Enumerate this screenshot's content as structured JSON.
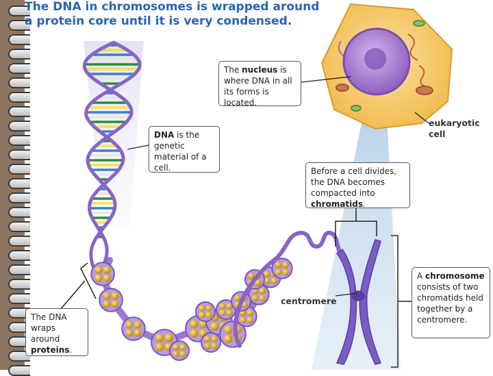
{
  "title": {
    "line1": "The DNA in chromosomes is wrapped around",
    "line2": "a protein core until it is very condensed."
  },
  "callouts": {
    "nucleus": {
      "pre": "The ",
      "bold": "nucleus",
      "post": " is where DNA in all its forms is located."
    },
    "dna": {
      "pre": "",
      "bold": "DNA",
      "post": " is the genetic material of a cell."
    },
    "chromatids": {
      "pre": "Before a cell divides, the DNA becomes compacted into ",
      "bold": "chromatids",
      "post": "."
    },
    "proteins": {
      "pre": "The DNA wraps around ",
      "bold": "proteins",
      "post": "."
    },
    "chromosome": {
      "pre": "A ",
      "bold": "chromosome",
      "post": " consists of two chromatids held together by a centromere."
    }
  },
  "labels": {
    "eukaryotic_line1": "eukaryotic",
    "eukaryotic_line2": "cell",
    "centromere": "centromere"
  },
  "colors": {
    "title": "#2a64b4",
    "dna_backbone": "#8a63c8",
    "protein": "#d4a42a",
    "cell": "#f3c25c",
    "nucleus": "#9b6fc4",
    "chromosome": "#7b5cc4"
  }
}
